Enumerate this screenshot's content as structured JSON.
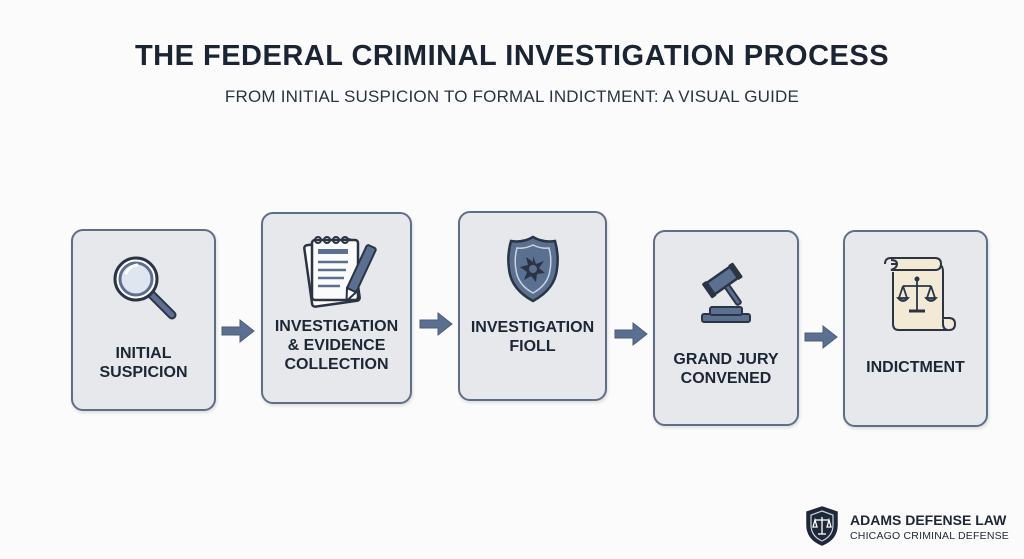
{
  "header": {
    "title": "THE FEDERAL CRIMINAL INVESTIGATION PROCESS",
    "subtitle": "FROM INITIAL SUSPICION TO FORMAL INDICTMENT: A VISUAL GUIDE"
  },
  "steps": [
    {
      "label": "INITIAL\nSUSPICION",
      "icon": "magnifying-glass-icon"
    },
    {
      "label": "INVESTIGATION\n& EVIDENCE\nCOLLECTION",
      "icon": "notepad-pen-icon"
    },
    {
      "label": "INVESTIGATION\nFIOLL",
      "icon": "police-badge-icon"
    },
    {
      "label": "GRAND JURY\nCONVENED",
      "icon": "gavel-icon"
    },
    {
      "label": "INDICTMENT",
      "icon": "scroll-scales-icon"
    }
  ],
  "brand": {
    "name": "ADAMS DEFENSE LAW",
    "tagline": "CHICAGO CRIMINAL DEFENSE",
    "logo_icon": "shield-scales-icon"
  },
  "colors": {
    "box_fill": "#e6e8ec",
    "box_border": "#5e6e86",
    "accent": "#5b7090",
    "text": "#1c2533"
  }
}
